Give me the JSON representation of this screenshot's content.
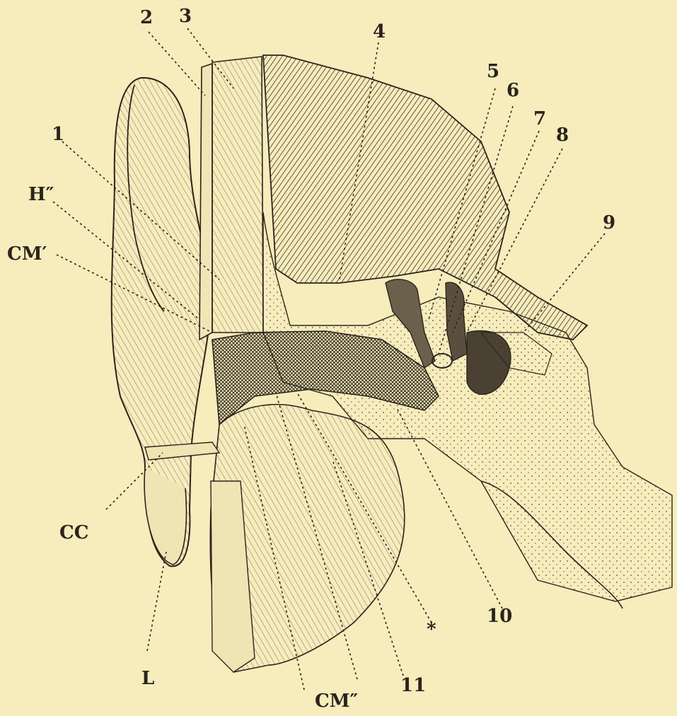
{
  "labels": {
    "l1": "1",
    "l2": "2",
    "l3": "3",
    "l4": "4",
    "l5": "5",
    "l6": "6",
    "l7": "7",
    "l8": "8",
    "l9": "9",
    "l10": "10",
    "l11": "11",
    "star": "*",
    "h2": "H″",
    "cm1": "CM′",
    "cm2": "CM″",
    "cc": "CC",
    "L": "L"
  },
  "colors": {
    "paper": "#f6ecbc",
    "ink": "#2a241c",
    "shade": "#5a4f3e",
    "dark": "#3a3226"
  }
}
